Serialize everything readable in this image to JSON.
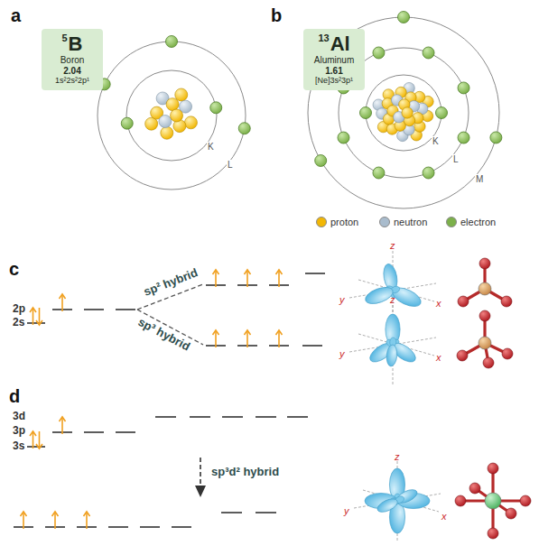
{
  "diagram": {
    "nodes": [
      {
        "text": [
          "5",
          "B",
          "Boron",
          "2.04",
          "1s²2s²2p¹"
        ]
      },
      {
        "text": [
          "13",
          "Al",
          "Aluminum",
          "1.61",
          "[Ne]3s²3p¹"
        ]
      }
    ],
    "labels": [
      "a",
      "b",
      "K",
      "L",
      "K",
      "L",
      "M",
      "c",
      "2p",
      "2s",
      "sp² hybrid",
      "sp³ hybrid",
      "z",
      "y",
      "x",
      "z",
      "y",
      "x",
      "d",
      "3d",
      "3p",
      "3s",
      "sp³d² hybrid",
      "z",
      "y",
      "x"
    ],
    "legend": [
      {
        "text": "proton",
        "color": "#f2b705"
      },
      {
        "text": "neutron",
        "color": "#a9bccd"
      },
      {
        "text": "electron",
        "color": "#7cb04a"
      }
    ]
  }
}
